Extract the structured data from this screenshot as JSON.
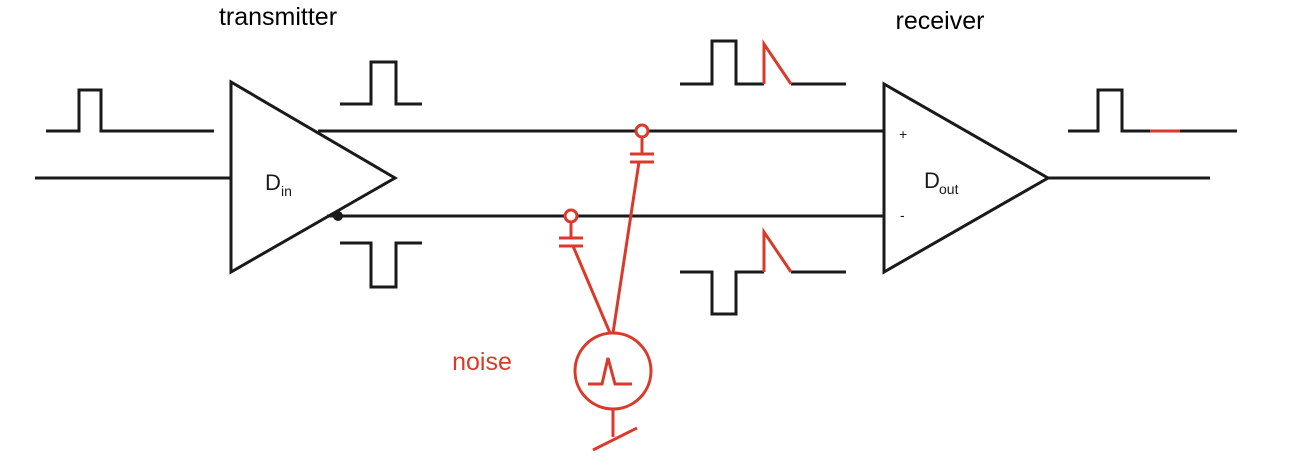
{
  "labels": {
    "transmitter": "transmitter",
    "receiver": "receiver",
    "noise": "noise",
    "d_in_main": "D",
    "d_in_sub": "in",
    "d_out_main": "D",
    "d_out_sub": "out",
    "plus": "+",
    "minus": "-"
  },
  "colors": {
    "line": "#1a1a1a",
    "noise": "#d93a2b"
  }
}
